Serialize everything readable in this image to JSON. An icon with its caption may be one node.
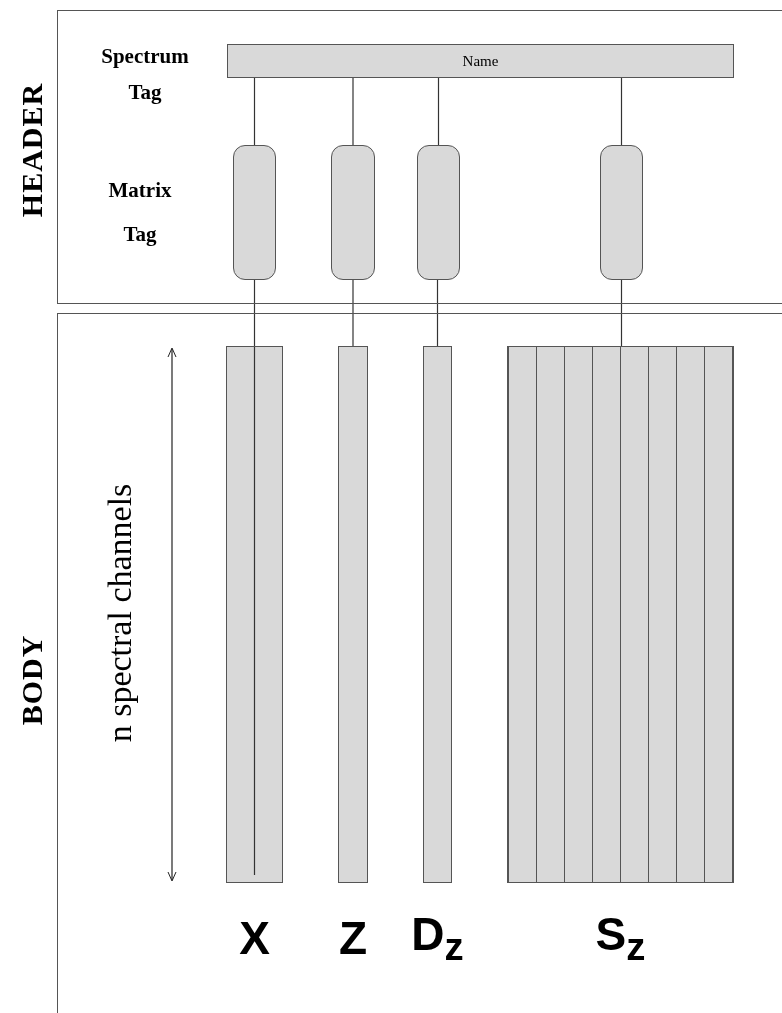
{
  "diagram": {
    "nodes": [
      {
        "text": [
          "HEADER"
        ]
      },
      {
        "text": [
          "Name"
        ],
        "in": 0
      },
      {
        "text": [],
        "shape": "box",
        "in": 0
      },
      {
        "text": [],
        "shape": "box",
        "in": 0
      },
      {
        "text": [],
        "shape": "box",
        "in": 0
      },
      {
        "text": [],
        "shape": "box",
        "in": 0
      },
      {
        "text": [
          "BODY"
        ]
      },
      {
        "text": [],
        "shape": "bar",
        "in": 6,
        "beside": [
          "X"
        ]
      },
      {
        "text": [],
        "shape": "bar",
        "in": 6,
        "beside": [
          "Z"
        ]
      },
      {
        "text": [],
        "shape": "bar",
        "in": 6,
        "beside": [
          "D$_{z}$"
        ]
      },
      {
        "text": [],
        "shape": "bar",
        "in": 6,
        "beside": [
          "S$_{z}$"
        ]
      }
    ],
    "edges": [
      {
        "from": 1,
        "to": 2,
        "arrow": "none"
      },
      {
        "from": 1,
        "to": 3,
        "arrow": "none"
      },
      {
        "from": 1,
        "to": 4,
        "arrow": "none"
      },
      {
        "from": 1,
        "to": 5,
        "arrow": "none"
      },
      {
        "from": 2,
        "to": 7,
        "arrow": "none"
      },
      {
        "from": 3,
        "to": 8,
        "arrow": "none"
      },
      {
        "from": 4,
        "to": 9,
        "arrow": "none"
      },
      {
        "from": 5,
        "to": 10,
        "arrow": "none"
      }
    ],
    "labels": [
      "Spectrum Tag",
      "Matrix Tag",
      "n spectral channels"
    ]
  }
}
